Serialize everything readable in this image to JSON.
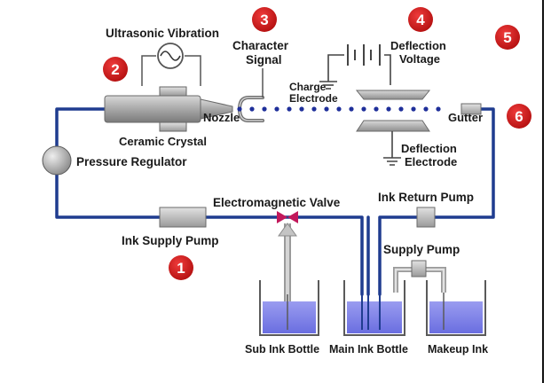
{
  "labels": {
    "ultrasonic_vibration": "Ultrasonic Vibration",
    "character_signal_1": "Character",
    "character_signal_2": "Signal",
    "deflection_voltage_1": "Deflection",
    "deflection_voltage_2": "Voltage",
    "charge_electrode_1": "Charge",
    "charge_electrode_2": "Electrode",
    "nozzle": "Nozzle",
    "gutter": "Gutter",
    "ceramic_crystal": "Ceramic Crystal",
    "pressure_regulator": "Pressure Regulator",
    "deflection_electrode_1": "Deflection",
    "deflection_electrode_2": "Electrode",
    "electromagnetic_valve": "Electromagnetic Valve",
    "ink_return_pump": "Ink Return Pump",
    "ink_supply_pump": "Ink Supply Pump",
    "supply_pump": "Supply Pump",
    "sub_ink_bottle": "Sub Ink Bottle",
    "main_ink_bottle": "Main Ink Bottle",
    "makeup_ink": "Makeup Ink"
  },
  "markers": [
    "1",
    "2",
    "3",
    "4",
    "5",
    "6"
  ],
  "colors": {
    "pipe": "#1f3c8f",
    "ink": "#7b7fe8",
    "marker": "#d01818",
    "valve": "#c2185b",
    "component": "#9e9e9e"
  }
}
